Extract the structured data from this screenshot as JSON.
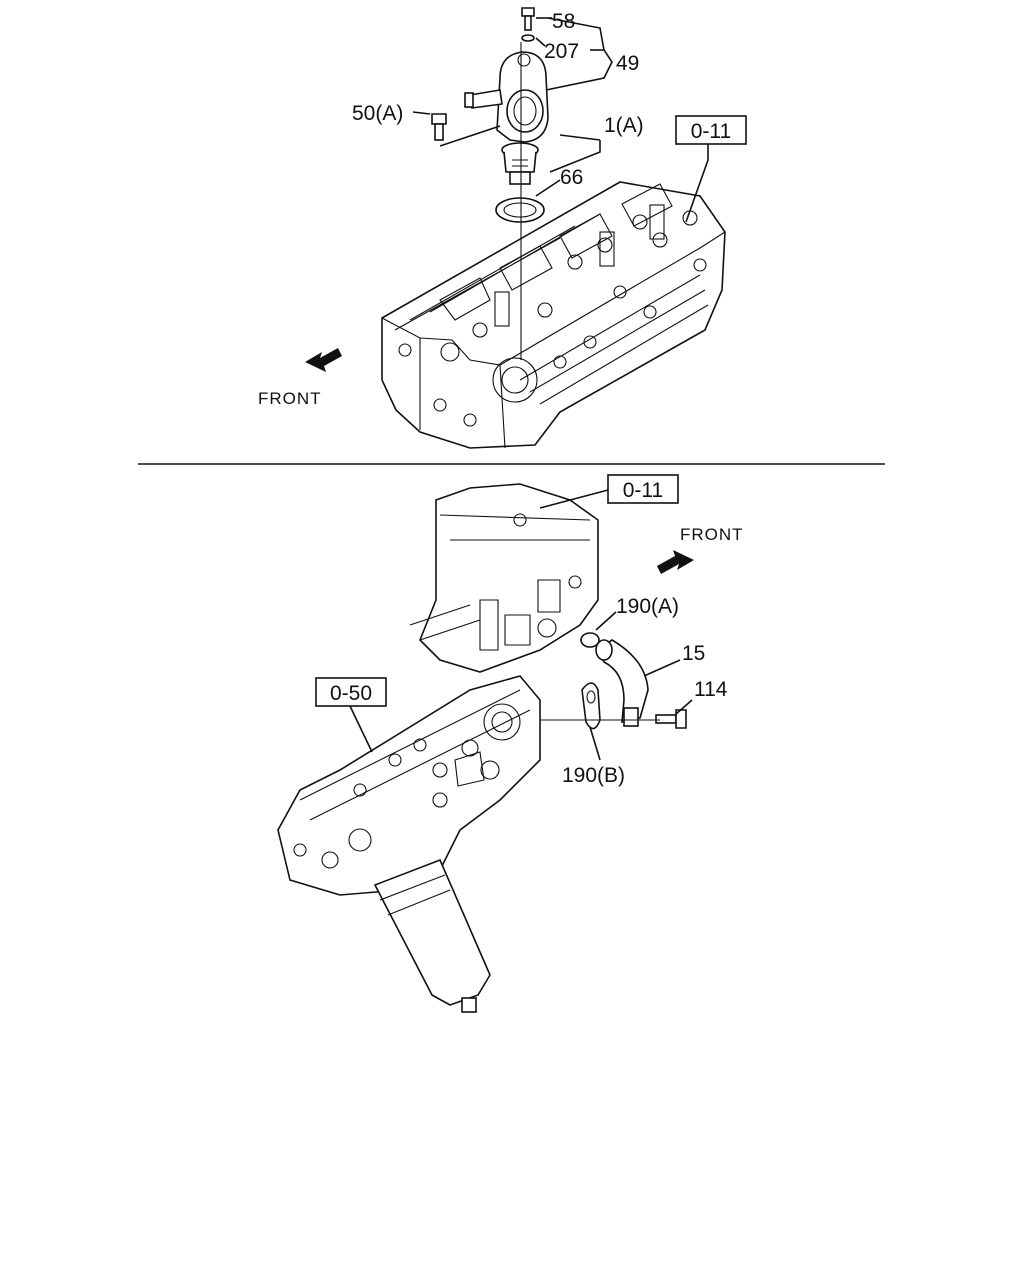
{
  "top": {
    "callouts": {
      "c58": "58",
      "c207": "207",
      "c49": "49",
      "c50a": "50(A)",
      "c1a": "1(A)",
      "c66": "66"
    },
    "ref_box": "0-11",
    "front_label": "FRONT"
  },
  "bottom": {
    "callouts": {
      "c190a": "190(A)",
      "c15": "15",
      "c114": "114",
      "c190b": "190(B)"
    },
    "ref_box_head": "0-11",
    "ref_box_filter": "0-50",
    "front_label": "FRONT"
  }
}
